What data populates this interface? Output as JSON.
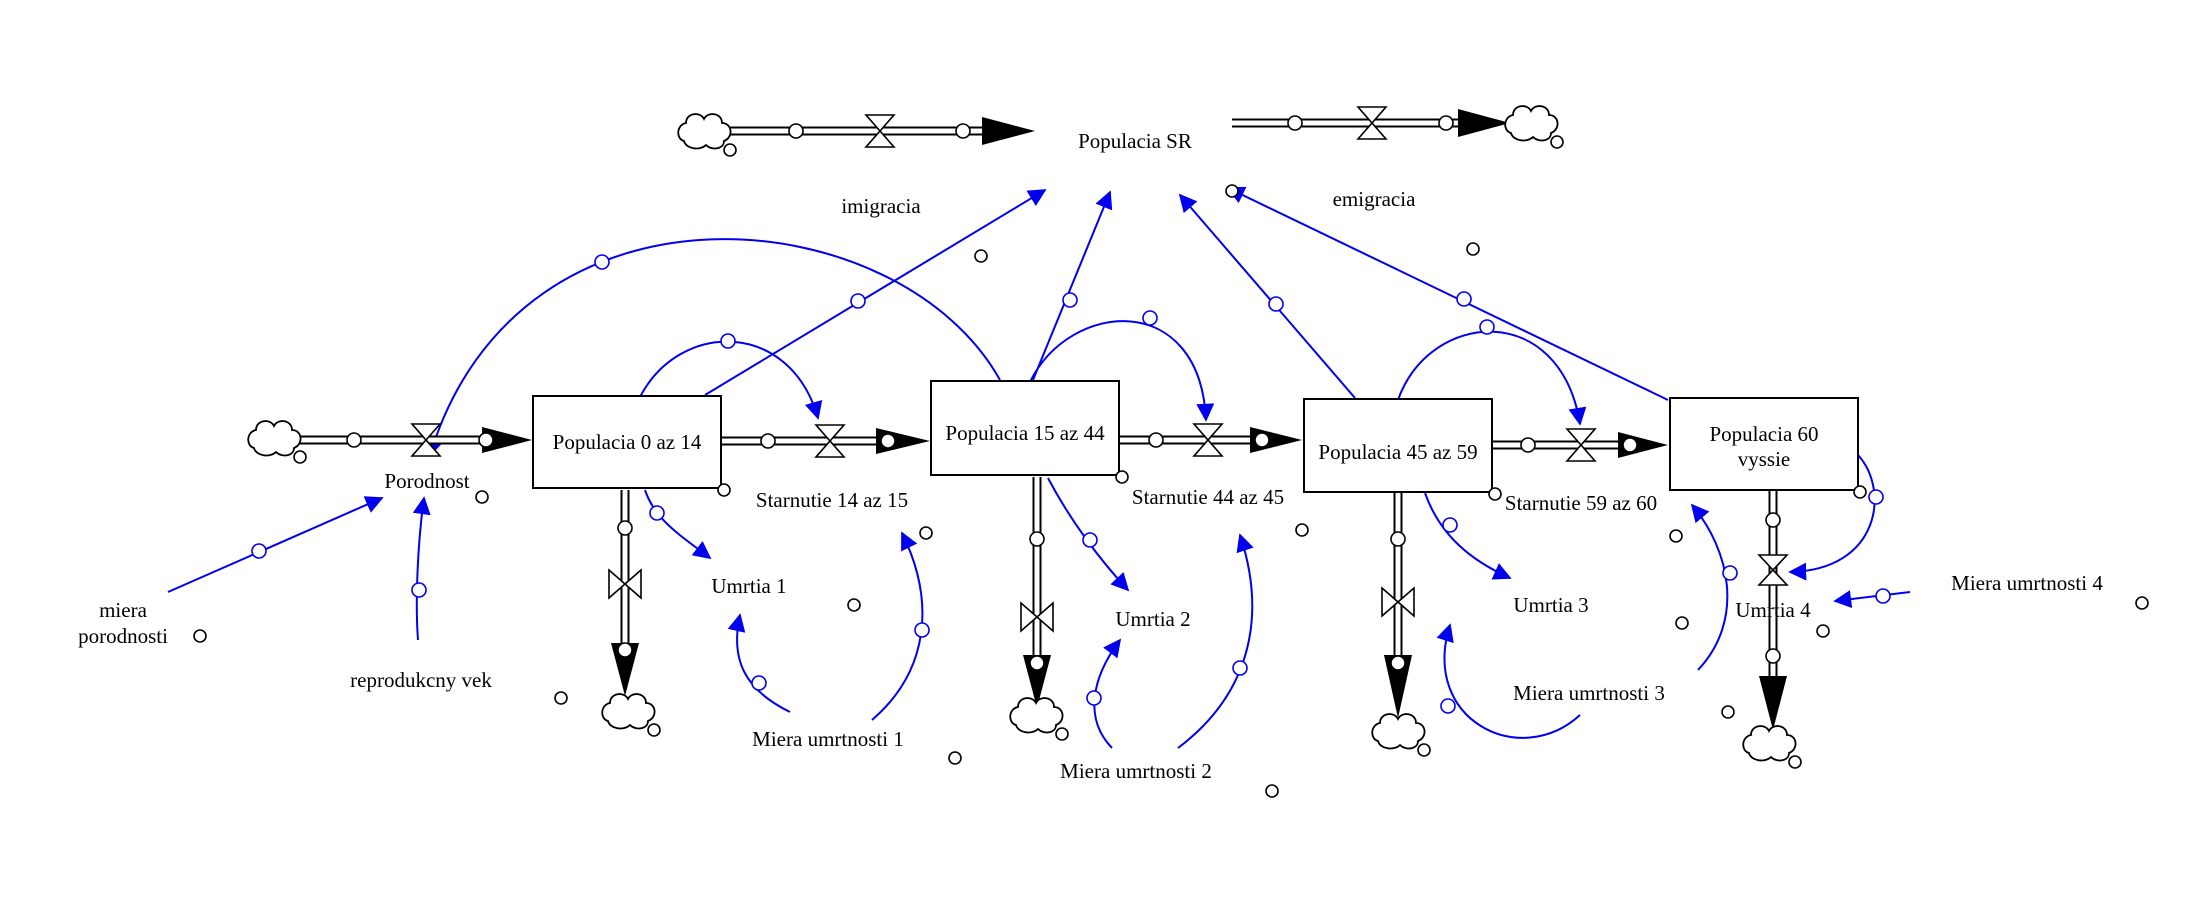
{
  "stocks": {
    "pop_sr": "Populacia SR",
    "pop_0_14": "Populacia 0 az 14",
    "pop_15_44": "Populacia 15 az 44",
    "pop_45_59": "Populacia 45 az 59",
    "pop_60_line1": "Populacia 60",
    "pop_60_line2": "vyssie"
  },
  "flows": {
    "imigracia": "imigracia",
    "emigracia": "emigracia",
    "porodnost": "Porodnost",
    "starnutie_14_15": "Starnutie 14 az 15",
    "starnutie_44_45": "Starnutie 44 az 45",
    "starnutie_59_60": "Starnutie 59 az 60",
    "umrtia_1": "Umrtia 1",
    "umrtia_2": "Umrtia 2",
    "umrtia_3": "Umrtia 3",
    "umrtia_4": "Umrtia 4"
  },
  "variables": {
    "miera_porodnosti_line1": "miera",
    "miera_porodnosti_line2": "porodnosti",
    "reprodukcny_vek": "reprodukcny vek",
    "miera_umrtnosti_1": "Miera umrtnosti 1",
    "miera_umrtnosti_2": "Miera umrtnosti 2",
    "miera_umrtnosti_3": "Miera umrtnosti 3",
    "miera_umrtnosti_4": "Miera umrtnosti 4"
  },
  "colors": {
    "link": "#0000ee",
    "structure": "#000000",
    "background": "#ffffff"
  },
  "icons": [
    "cloud-source-icon",
    "cloud-sink-icon",
    "valve-icon",
    "arrowhead-icon",
    "connector-dot-icon"
  ]
}
